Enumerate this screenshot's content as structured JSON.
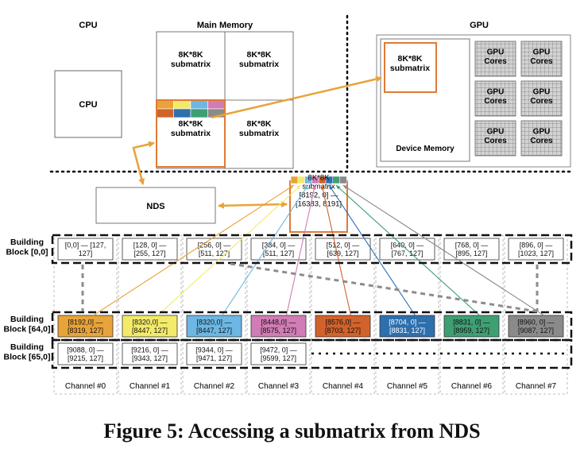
{
  "labels": {
    "cpu_header": "CPU",
    "main_memory_header": "Main Memory",
    "gpu_header": "GPU",
    "cpu_box": "CPU",
    "nds_box": "NDS",
    "device_memory": "Device Memory"
  },
  "main_memory_cells": [
    "8K*8K\nsubmatrix",
    "8K*8K\nsubmatrix",
    "8K*8K\nsubmatrix",
    "8K*8K\nsubmatrix"
  ],
  "gpu_submatrix": "8K*8K\nsubmatrix",
  "gpu_cores_label": "GPU\nCores",
  "nds_submatrix": "8K*8K\nsubmatrix\n[8192, 0] —\n[16383, 8191]",
  "colors": [
    "#e8a33a",
    "#f4ea6a",
    "#6cb7e4",
    "#d17cb5",
    "#d2622c",
    "#2e6fae",
    "#3e9f73",
    "#8a8a8a"
  ],
  "row_labels": [
    "Building\nBlock [0,0]",
    "Building\nBlock [64,0]",
    "Building\nBlock [65,0]"
  ],
  "rows": [
    [
      "[0,0] — [127,\n127]",
      "[128, 0] —\n[255, 127]",
      "[256, 0] —\n[511, 127]",
      "[384, 0] —\n[511, 127]",
      "[512, 0] —\n[639, 127]",
      "[640, 0] —\n[767, 127]",
      "[768, 0] —\n[895, 127]",
      "[896, 0] —\n[1023, 127]"
    ],
    [
      "[8192,0] —\n[8319, 127]",
      "[8320,0] —\n[8447, 127]",
      "[8320,0] —\n[8447, 127]",
      "[8448,0] —\n[8575, 127]",
      "[8576,0] —\n[8703, 127]",
      "[8704, 0] —\n[8831, 127]",
      "[8831, 0] —\n[8959, 127]",
      "[8960, 0] —\n[9087, 127]"
    ],
    [
      "[9088, 0] —\n[9215, 127]",
      "[9216, 0] —\n[9343, 127]",
      "[9344, 0] —\n[9471, 127]",
      "[9472, 0] —\n[9599, 127]"
    ]
  ],
  "channels": [
    "Channel #0",
    "Channel #1",
    "Channel #2",
    "Channel #3",
    "Channel #4",
    "Channel #5",
    "Channel #6",
    "Channel #7"
  ],
  "caption": "Figure 5: Accessing a submatrix from NDS"
}
